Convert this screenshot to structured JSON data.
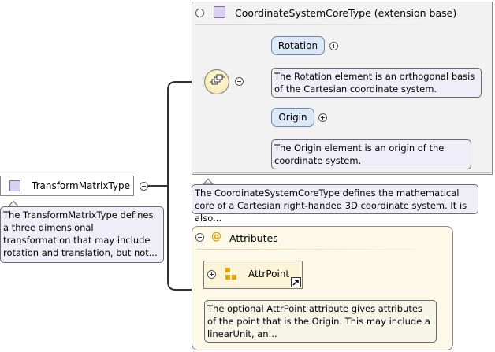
{
  "type": {
    "name": "TransformMatrixType",
    "annotation": "The TransformMatrixType defines a three dimensional transformation that may include rotation and translation, but not..."
  },
  "extension": {
    "title": "CoordinateSystemCoreType (extension base)",
    "annotation": "The CoordinateSystemCoreType defines the mathematical core of a Cartesian right-handed 3D coordinate system. It is also...",
    "elements": [
      {
        "name": "Rotation",
        "annotation": "The Rotation element is an orthogonal basis of the Cartesian coordinate system."
      },
      {
        "name": "Origin",
        "annotation": "The Origin element is an origin of the coordinate system."
      }
    ]
  },
  "attributes": {
    "title": "Attributes",
    "group_name": "AttrPoint",
    "annotation": "The optional AttrPoint attribute gives attributes of the point that is the Origin. This may include a linearUnit, an..."
  },
  "icons": {
    "type": "complex-type-icon",
    "sequence": "sequence-icon",
    "attributes": "at-sign-icon",
    "attribute_group": "attribute-group-icon",
    "link": "shortcut-arrow-icon"
  },
  "colors": {
    "type_swatch": "#d9d0ef",
    "element_fill": "#dce7f7",
    "attribute_panel": "#fdf8e8",
    "note_fill": "#efedf7"
  }
}
